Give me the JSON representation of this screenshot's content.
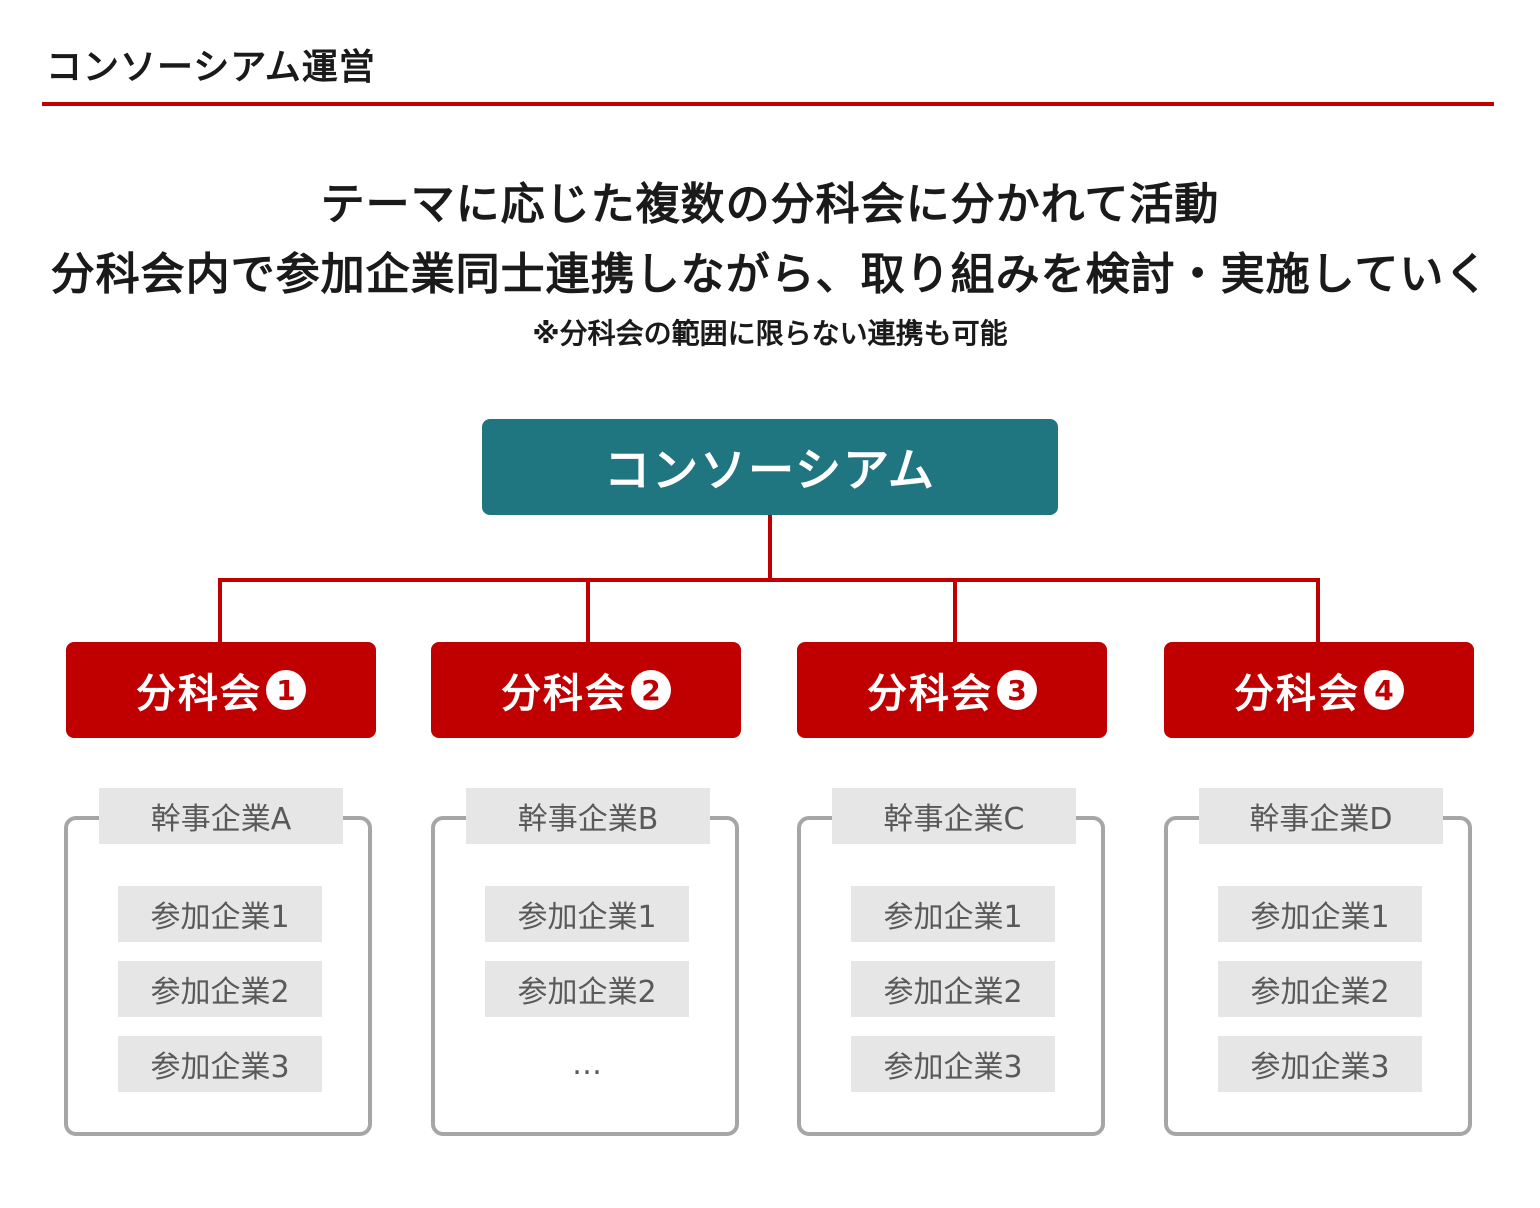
{
  "page": {
    "title": "コンソーシアム運営"
  },
  "headline": {
    "line1": "テーマに応じた複数の分科会に分かれて活動",
    "line2": "分科会内で参加企業同士連携しながら、取り組みを検討・実施していく",
    "note": "※分科会の範囲に限らない連携も可能"
  },
  "colors": {
    "accent_red": "#c00000",
    "teal": "#1f7580",
    "gray_fill": "#e6e6e6",
    "gray_border": "#a6a6a6"
  },
  "root": {
    "label": "コンソーシアム"
  },
  "subcommittees": [
    {
      "label": "分科会",
      "number": "1",
      "lead": "幹事企業A",
      "members": [
        "参加企業1",
        "参加企業2",
        "参加企業3"
      ]
    },
    {
      "label": "分科会",
      "number": "2",
      "lead": "幹事企業B",
      "members": [
        "参加企業1",
        "参加企業2"
      ],
      "more": "…"
    },
    {
      "label": "分科会",
      "number": "3",
      "lead": "幹事企業C",
      "members": [
        "参加企業1",
        "参加企業2",
        "参加企業3"
      ]
    },
    {
      "label": "分科会",
      "number": "4",
      "lead": "幹事企業D",
      "members": [
        "参加企業1",
        "参加企業2",
        "参加企業3"
      ]
    }
  ]
}
